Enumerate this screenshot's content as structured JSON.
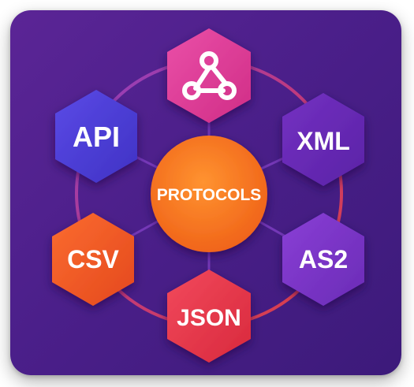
{
  "diagram": {
    "center": {
      "label": "PROTOCOLS"
    },
    "nodes": [
      {
        "id": "webhook",
        "label": "",
        "icon": "webhook-icon"
      },
      {
        "id": "xml",
        "label": "XML"
      },
      {
        "id": "as2",
        "label": "AS2"
      },
      {
        "id": "json",
        "label": "JSON"
      },
      {
        "id": "csv",
        "label": "CSV"
      },
      {
        "id": "api",
        "label": "API"
      }
    ]
  },
  "colors": {
    "background_top": "#5b2596",
    "background_bottom": "#3c1a7a",
    "center_fill": "#f5781e",
    "webhook": "#e0409a",
    "xml": "#6b2ab8",
    "as2": "#7a34c6",
    "json": "#e8384c",
    "csv": "#f25a27",
    "api": "#4b3fd6"
  }
}
